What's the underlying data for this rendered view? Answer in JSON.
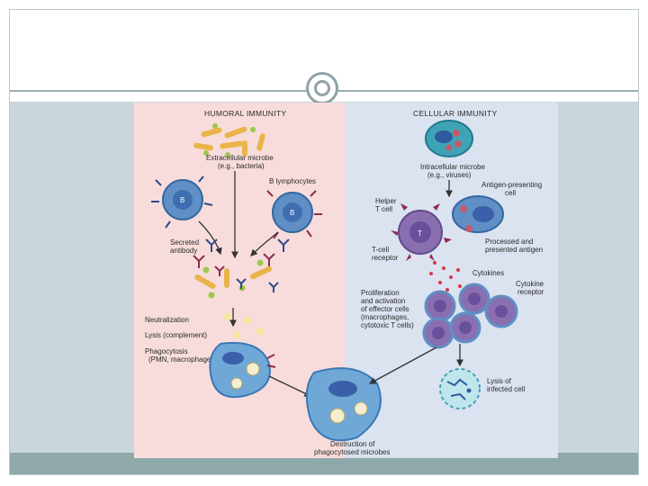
{
  "slide": {
    "title": ""
  },
  "figure": {
    "humoral_header": "HUMORAL IMMUNITY",
    "cellular_header": "CELLULAR IMMUNITY",
    "extracellular_microbe_1": "Extracellular microbe",
    "extracellular_microbe_2": "(e.g., bacteria)",
    "b_lymphocytes": "B lymphocytes",
    "b_letter": "B",
    "secreted_antibody_1": "Secreted",
    "secreted_antibody_2": "antibody",
    "neutralization": "Neutralization",
    "lysis_complement": "Lysis (complement)",
    "phagocytosis_1": "Phagocytosis",
    "phagocytosis_2": "(PMN, macrophage)",
    "destruction_1": "Destruction of",
    "destruction_2": "phagocytosed microbes",
    "intracellular_microbe_1": "Intracellular microbe",
    "intracellular_microbe_2": "(e.g., viruses)",
    "apc_1": "Antigen-presenting",
    "apc_2": "cell",
    "helper_1": "Helper",
    "helper_2": "T cell",
    "t_letter": "T",
    "tcr_1": "T-cell",
    "tcr_2": "receptor",
    "processed_1": "Processed and",
    "processed_2": "presented antigen",
    "cytokines": "Cytokines",
    "cytokine_receptor_1": "Cytokine",
    "cytokine_receptor_2": "receptor",
    "prolif_1": "Proliferation",
    "prolif_2": "and activation",
    "prolif_3": "of effector cells",
    "prolif_4": "(macrophages,",
    "prolif_5": "cytotoxic T cells)",
    "lysis_infected_1": "Lysis of",
    "lysis_infected_2": "infected cell"
  },
  "colors": {
    "humoral_bg": "#f8dcdc",
    "cellular_bg": "#dbe2f0",
    "cell_blue": "#5f8fc4",
    "t_cell_purple": "#8a6fb0"
  }
}
